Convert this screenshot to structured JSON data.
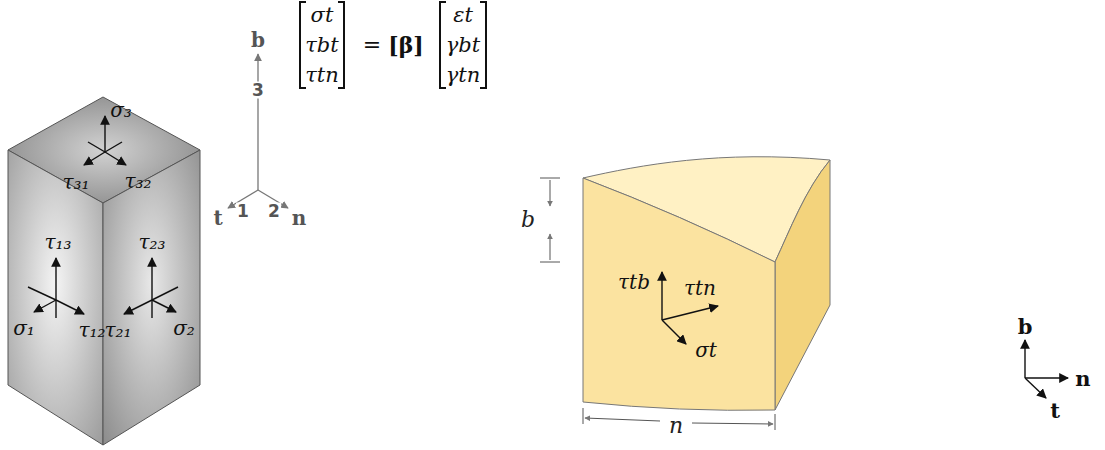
{
  "diagram": {
    "labels": [
      "σt",
      "τbt",
      "τtn",
      "=",
      "[β]",
      "εt",
      "γbt",
      "γtn",
      "σ₃",
      "τ₃₁",
      "τ₃₂",
      "τ₁₃",
      "σ₁",
      "τ₁₂",
      "τ₂₃",
      "τ₂₁",
      "σ₂",
      "b",
      "3",
      "t",
      "1",
      "2",
      "n",
      "b",
      "n",
      "τtb",
      "τtn",
      "σt",
      "b",
      "n",
      "t"
    ]
  }
}
